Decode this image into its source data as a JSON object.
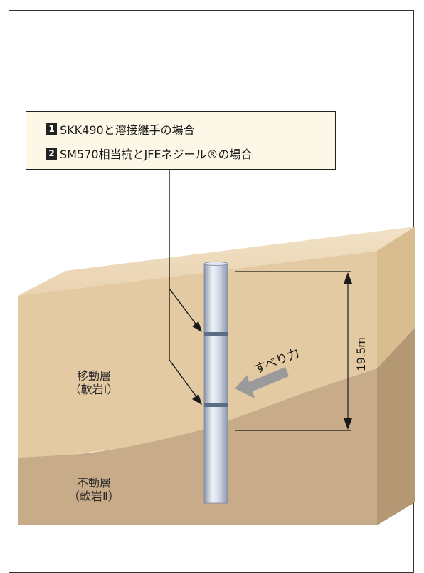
{
  "callout": {
    "items": [
      {
        "number": "1",
        "text": "SKK490と溶接継手の場合"
      },
      {
        "number": "2",
        "text": "SM570相当杭とJFEネジール®の場合"
      }
    ]
  },
  "layers": {
    "upper": {
      "name": "移動層",
      "rock": "（軟岩Ⅰ）"
    },
    "lower": {
      "name": "不動層",
      "rock": "（軟岩Ⅱ）"
    }
  },
  "sliding_force_label": "すべり力",
  "dimension_label": "19.5m",
  "colors": {
    "moving_layer_top": "#efdcbf",
    "moving_layer": "#e2c9a1",
    "fixed_layer": "#c7aa88",
    "side_moving": "#d8bc8e",
    "side_fixed": "#b39672",
    "pile": "#cfd7e6",
    "joint": "#5b6b84",
    "arrow": "#9a9a9a",
    "callout_bg": "#fcf7e6"
  }
}
